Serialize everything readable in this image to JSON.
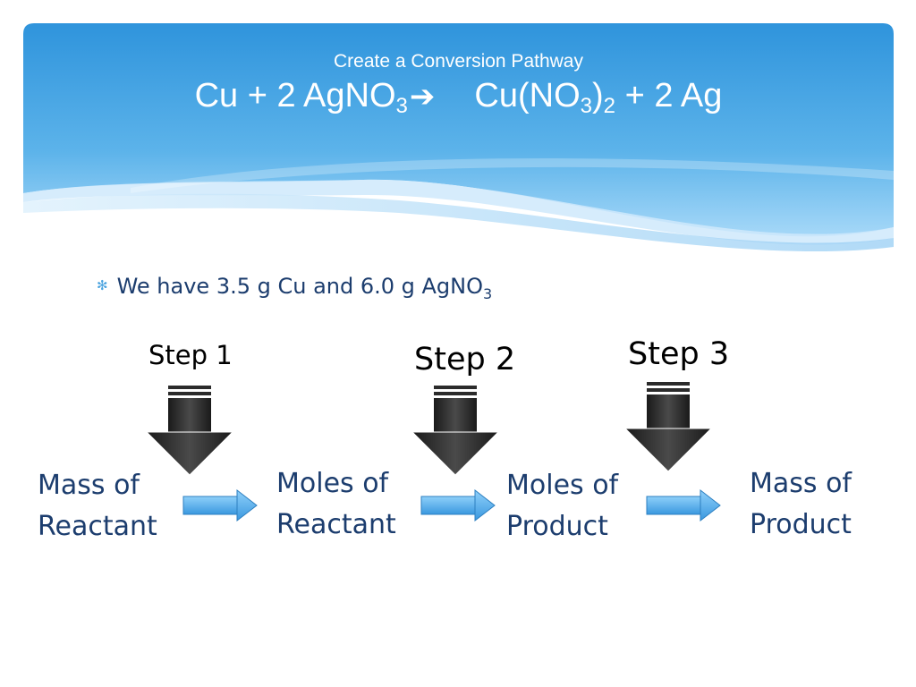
{
  "slide": {
    "subtitle": "Create a Conversion Pathway",
    "equation": {
      "lhs_a": "Cu + 2 AgNO",
      "lhs_sub": "3",
      "arrow": "➔",
      "rhs_a": "Cu(NO",
      "rhs_sub1": "3",
      "rhs_b": ")",
      "rhs_sub2": "2",
      "rhs_c": " + 2 Ag"
    },
    "bullet": {
      "text": "We have 3.5 g Cu and 6.0 g AgNO",
      "sub": "3"
    },
    "steps": [
      "Step 1",
      "Step 2",
      "Step 3"
    ],
    "boxes": [
      {
        "line1": "Mass of",
        "line2": "Reactant"
      },
      {
        "line1": "Moles of",
        "line2": "Reactant"
      },
      {
        "line1": "Moles of",
        "line2": "Product"
      },
      {
        "line1": "Mass of",
        "line2": "Product"
      }
    ]
  },
  "colors": {
    "banner_top": "#2f94dc",
    "banner_bottom": "#9fd4f7",
    "text_dark_blue": "#1c3d6e",
    "bullet_star": "#4aa3df",
    "arrow_blue": "#4aa8e8",
    "down_arrow": "#2b2b2b"
  },
  "icons": {
    "bullet": "asterisk-bullet-icon",
    "down_arrow": "down-arrow-icon",
    "right_arrow": "right-arrow-icon"
  }
}
